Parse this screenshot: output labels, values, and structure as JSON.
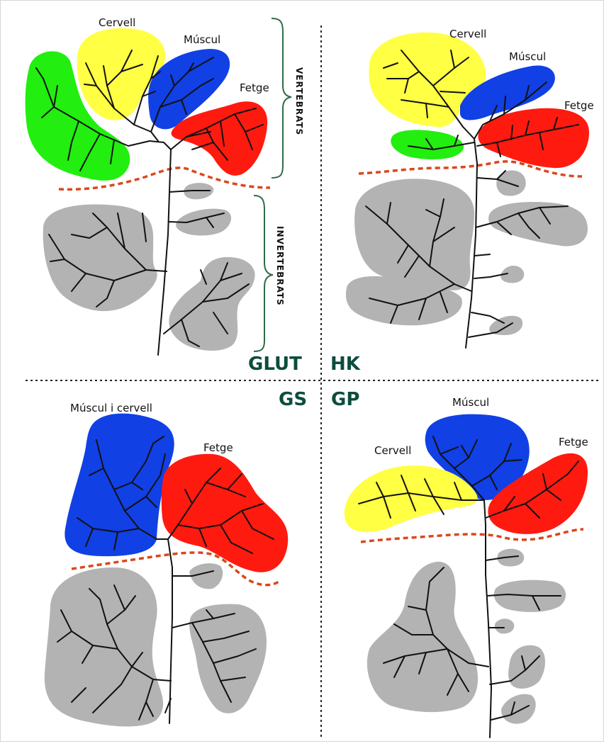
{
  "colors": {
    "brain": "#ffff44",
    "muscle": "#1140e4",
    "liver": "#ff1a10",
    "other_vertebrate": "#22ee10",
    "invertebrate": "#b3b3b3",
    "vertebrate_line": "#d9471d",
    "gene_label": "#0b4d3d"
  },
  "panels": {
    "glut": {
      "gene": "GLUT",
      "labels": {
        "brain": "Cervell",
        "muscle": "Múscul",
        "liver": "Fetge"
      },
      "bracket_vertebrates": "VERTEBRATS",
      "bracket_invertebrates": "INVERTEBRATS"
    },
    "hk": {
      "gene": "HK",
      "labels": {
        "brain": "Cervell",
        "muscle": "Múscul",
        "liver": "Fetge"
      }
    },
    "gs": {
      "gene": "GS",
      "labels": {
        "muscle_brain": "Múscul i cervell",
        "liver": "Fetge"
      }
    },
    "gp": {
      "gene": "GP",
      "labels": {
        "brain": "Cervell",
        "muscle": "Múscul",
        "liver": "Fetge"
      }
    }
  }
}
